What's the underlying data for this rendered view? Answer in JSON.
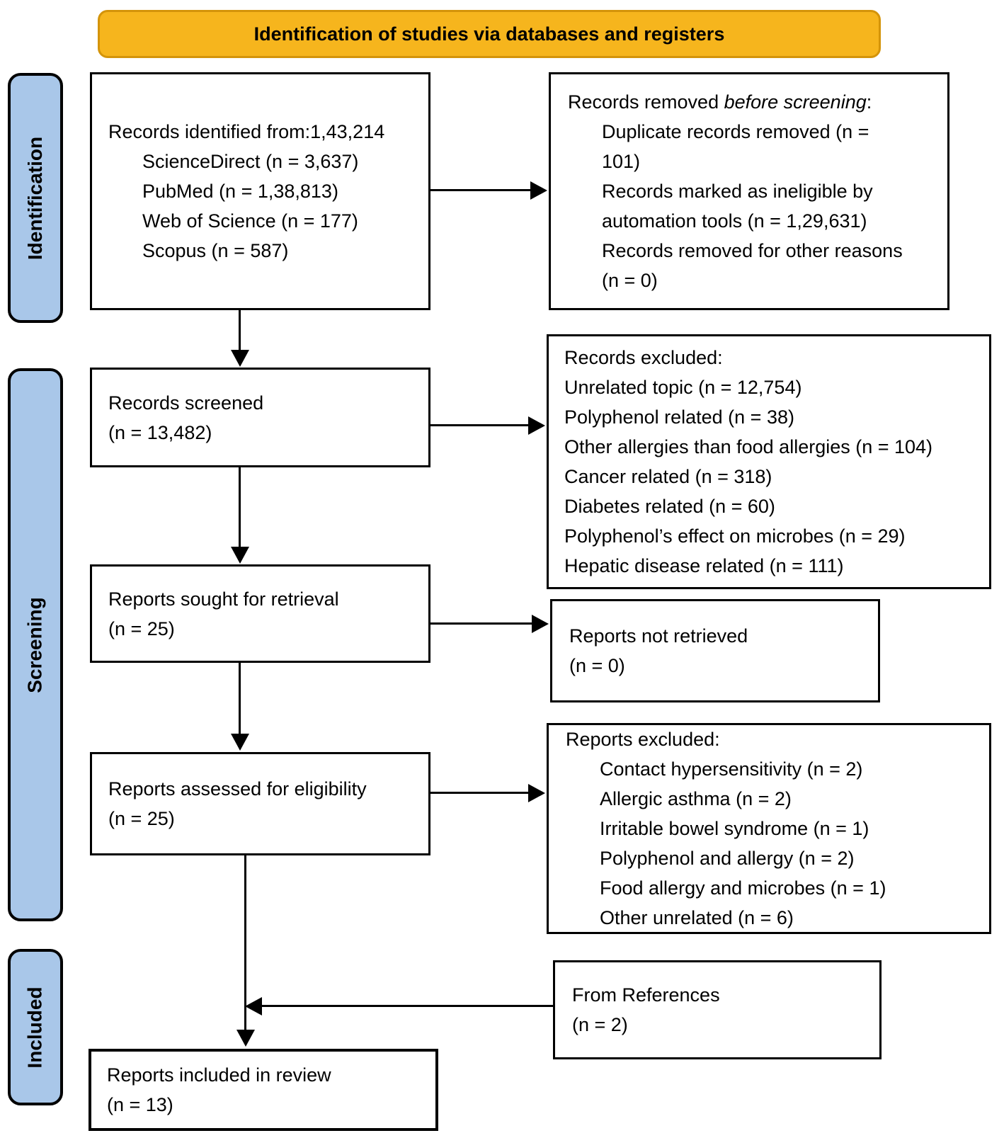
{
  "header": {
    "title": "Identification of studies via databases and registers"
  },
  "colors": {
    "header_bg": "#F6B51D",
    "header_border": "#D4940A",
    "stage_bg": "#A9C7E9",
    "box_border": "#000000"
  },
  "stages": {
    "identification": "Identification",
    "screening": "Screening",
    "included": "Included"
  },
  "boxes": {
    "records_identified": {
      "title": "Records identified from:1,43,214",
      "items": [
        "ScienceDirect (n = 3,637)",
        "PubMed (n = 1,38,813)",
        "Web of Science (n = 177)",
        "Scopus (n = 587)"
      ]
    },
    "records_removed": {
      "prefix": "Records removed ",
      "emphasis": "before screening",
      "suffix": ":",
      "items": [
        "Duplicate records removed  (n = 101)",
        "Records marked as ineligible by automation tools (n = 1,29,631)",
        "Records removed for other reasons (n = 0)"
      ]
    },
    "records_screened": {
      "line1": "Records screened",
      "line2": "(n = 13,482)"
    },
    "records_excluded": {
      "title": "Records excluded:",
      "items": [
        "Unrelated topic (n = 12,754)",
        "Polyphenol related (n = 38)",
        "Other allergies than food allergies (n = 104)",
        "Cancer related (n = 318)",
        "Diabetes related (n = 60)",
        "Polyphenol’s effect on microbes (n = 29)",
        "Hepatic disease related (n = 111)"
      ]
    },
    "reports_sought": {
      "line1": "Reports sought for retrieval",
      "line2": "(n = 25)"
    },
    "reports_not_retrieved": {
      "line1": "Reports not retrieved",
      "line2": "(n = 0)"
    },
    "reports_assessed": {
      "line1": "Reports assessed for eligibility",
      "line2": "(n = 25)"
    },
    "reports_excluded": {
      "title": "Reports excluded:",
      "items": [
        "Contact hypersensitivity (n = 2)",
        "Allergic asthma (n = 2)",
        "Irritable bowel syndrome (n = 1)",
        "Polyphenol and allergy (n = 2)",
        "Food allergy and microbes (n = 1)",
        "Other unrelated (n = 6)"
      ]
    },
    "from_references": {
      "line1": "From References",
      "line2": "(n = 2)"
    },
    "reports_included": {
      "line1": "Reports included in review",
      "line2": "(n = 13)"
    }
  }
}
